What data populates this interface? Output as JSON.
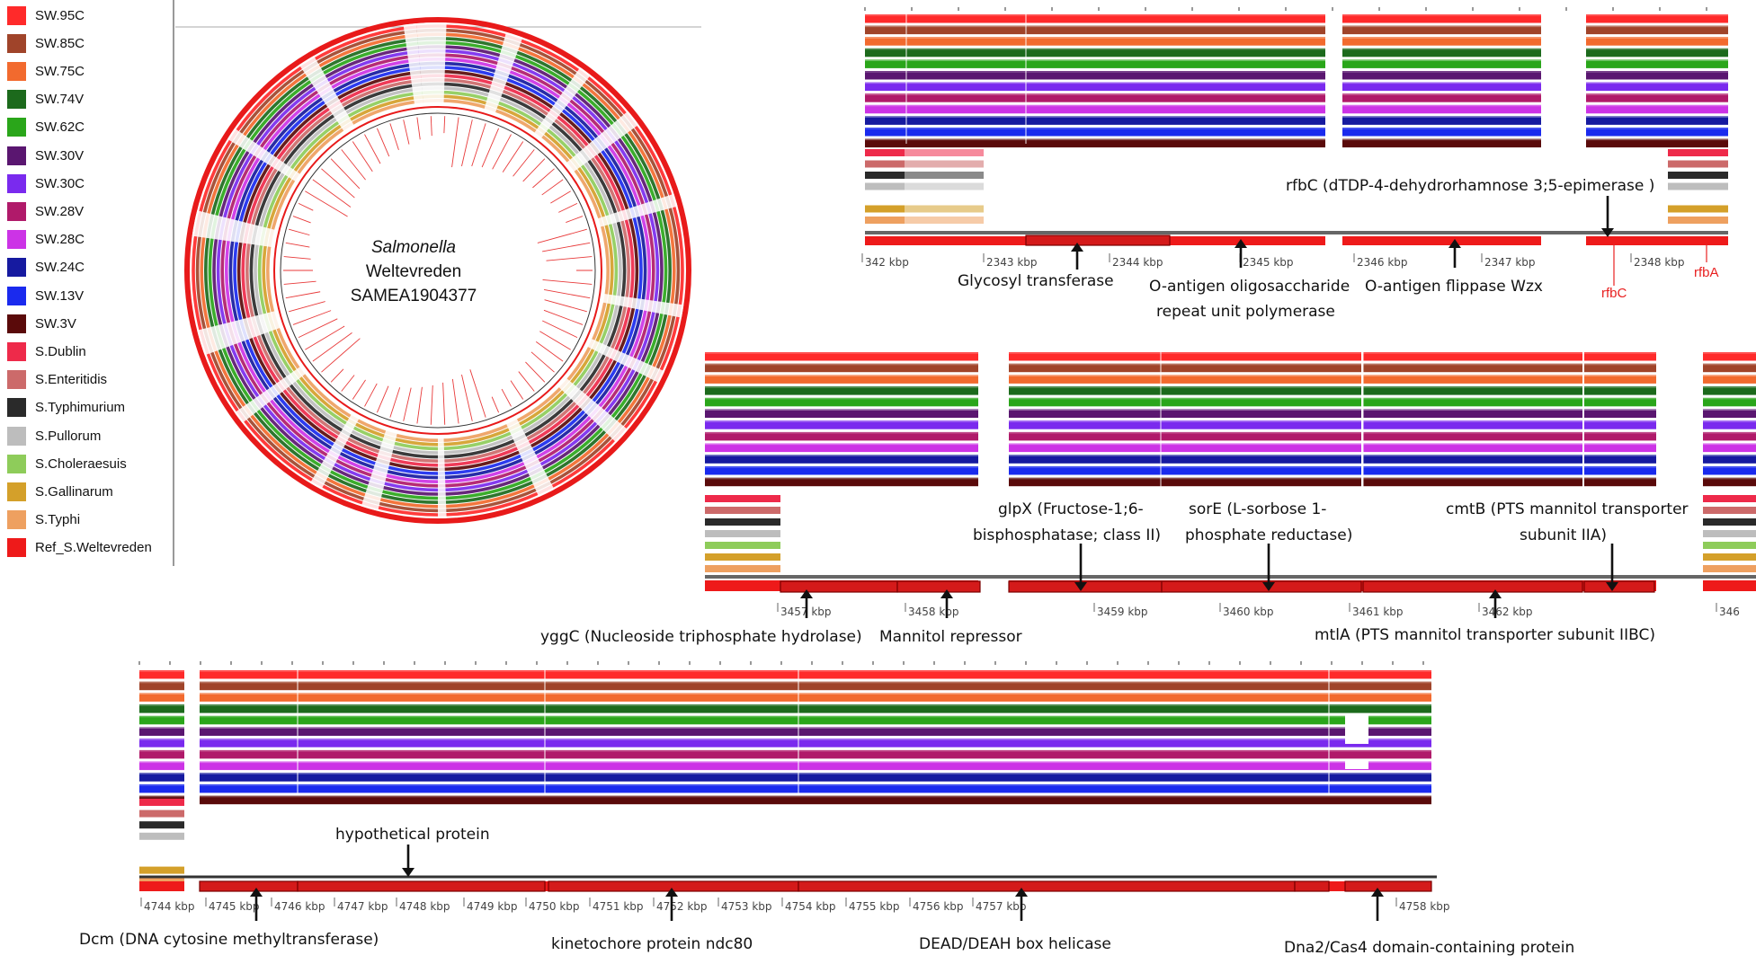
{
  "legend": [
    {
      "label": "SW.95C",
      "color": "#ff2a2a"
    },
    {
      "label": "SW.85C",
      "color": "#a0442a"
    },
    {
      "label": "SW.75C",
      "color": "#f26a2e"
    },
    {
      "label": "SW.74V",
      "color": "#1c6a1c"
    },
    {
      "label": "SW.62C",
      "color": "#2aa61a"
    },
    {
      "label": "SW.30V",
      "color": "#5a1670"
    },
    {
      "label": "SW.30C",
      "color": "#7a2aee"
    },
    {
      "label": "SW.28V",
      "color": "#b01a6a"
    },
    {
      "label": "SW.28C",
      "color": "#cc33e6"
    },
    {
      "label": "SW.24C",
      "color": "#161aa0"
    },
    {
      "label": "SW.13V",
      "color": "#1a2aee"
    },
    {
      "label": "SW.3V",
      "color": "#5a0a0a"
    },
    {
      "label": "S.Dublin",
      "color": "#ee2a4a"
    },
    {
      "label": "S.Enteritidis",
      "color": "#cc6a6a"
    },
    {
      "label": "S.Typhimurium",
      "color": "#2a2a2a"
    },
    {
      "label": "S.Pullorum",
      "color": "#bdbdbd"
    },
    {
      "label": "S.Choleraesuis",
      "color": "#8ecc5a"
    },
    {
      "label": "S.Gallinarum",
      "color": "#d4a02a"
    },
    {
      "label": "S.Typhi",
      "color": "#eea060"
    },
    {
      "label": "Ref_S.Weltevreden",
      "color": "#ee1a1a"
    }
  ],
  "circle_title": {
    "italic": "Salmonella",
    "line2": "Weltevreden",
    "line3": "SAMEA1904377"
  },
  "panel1": {
    "ticks": [
      "342 kbp",
      "2343 kbp",
      "2344 kbp",
      "2345 kbp",
      "2346 kbp",
      "2347 kbp",
      "2348 kbp"
    ],
    "genes": {
      "rfbC": "rfbC",
      "rfbA": "rfbA"
    },
    "annotations": {
      "rfbc": "rfbC  (dTDP-4-dehydrorhamnose  3;5-epimerase  )",
      "glycosyl": "Glycosyl transferase",
      "oantigen1": "O-antigen  oligosaccharide",
      "oantigen2": "repeat  unit  polymerase",
      "flippase": "O-antigen  flippase  Wzx"
    }
  },
  "panel2": {
    "ticks": [
      "3457 kbp",
      "3458 kbp",
      "3459 kbp",
      "3460 kbp",
      "3461 kbp",
      "3462 kbp",
      "346"
    ],
    "annotations": {
      "glpx1": "glpX (Fructose-1;6-",
      "glpx2": "bisphosphatase;  class II)",
      "sore1": "sorE (L-sorbose 1-",
      "sore2": "phosphate  reductase)",
      "cmtb1": "cmtB  (PTS mannitol  transporter",
      "cmtb2": "subunit IIA)",
      "yggc": "yggC (Nucleoside triphosphate  hydrolase)",
      "mannitol": "Mannitol  repressor",
      "mtla": "mtlA  (PTS mannitol  transporter  subunit  IIBC)"
    }
  },
  "panel3": {
    "ticks": [
      "4744 kbp",
      "4745 kbp",
      "4746 kbp",
      "4747 kbp",
      "4748 kbp",
      "4749 kbp",
      "4750 kbp",
      "4751 kbp",
      "4752 kbp",
      "4753 kbp",
      "4754 kbp",
      "4755 kbp",
      "4756 kbp",
      "4757 kbp",
      "4758 kbp"
    ],
    "annotations": {
      "hypothetical": "hypothetical  protein",
      "dcm": "Dcm  (DNA cytosine  methyltransferase)",
      "kinetochore": "kinetochore  protein  ndc80",
      "dead": "DEAD/DEAH  box helicase",
      "dna2": "Dna2/Cas4  domain-containing  protein"
    }
  }
}
